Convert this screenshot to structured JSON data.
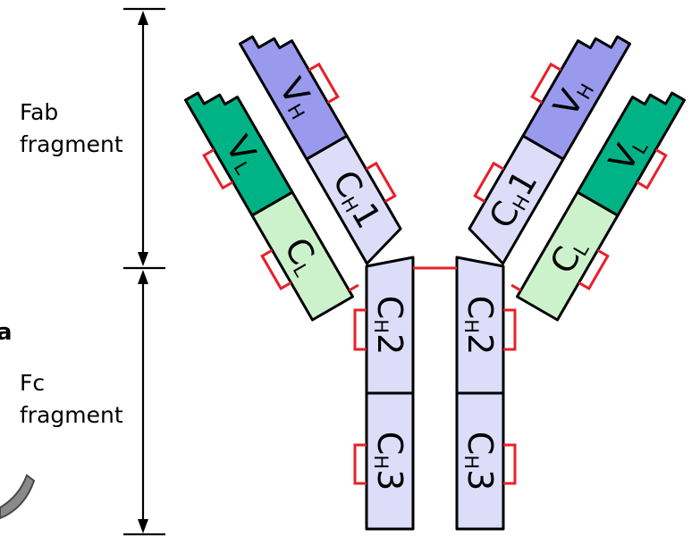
{
  "fragments": {
    "fab": {
      "line1": "Fab",
      "line2": "fragment"
    },
    "fc": {
      "line1": "Fc",
      "line2": "fragment"
    }
  },
  "domains": {
    "vl": {
      "main": "V",
      "sub": "L"
    },
    "vh": {
      "main": "V",
      "sub": "H"
    },
    "cl": {
      "main": "C",
      "sub": "L"
    },
    "ch1": {
      "main": "C",
      "sub": "H",
      "num": "1"
    },
    "ch2": {
      "main": "C",
      "sub": "H",
      "num": "2"
    },
    "ch3": {
      "main": "C",
      "sub": "H",
      "num": "3"
    }
  },
  "edge_partial_text": "a",
  "colors": {
    "variable_light": "#00b386",
    "variable_heavy": "#9999ee",
    "constant_light": "#ccf2cc",
    "constant_heavy": "#ddddfa",
    "disulfide_bond": "#e8202a",
    "outline": "#000000"
  }
}
